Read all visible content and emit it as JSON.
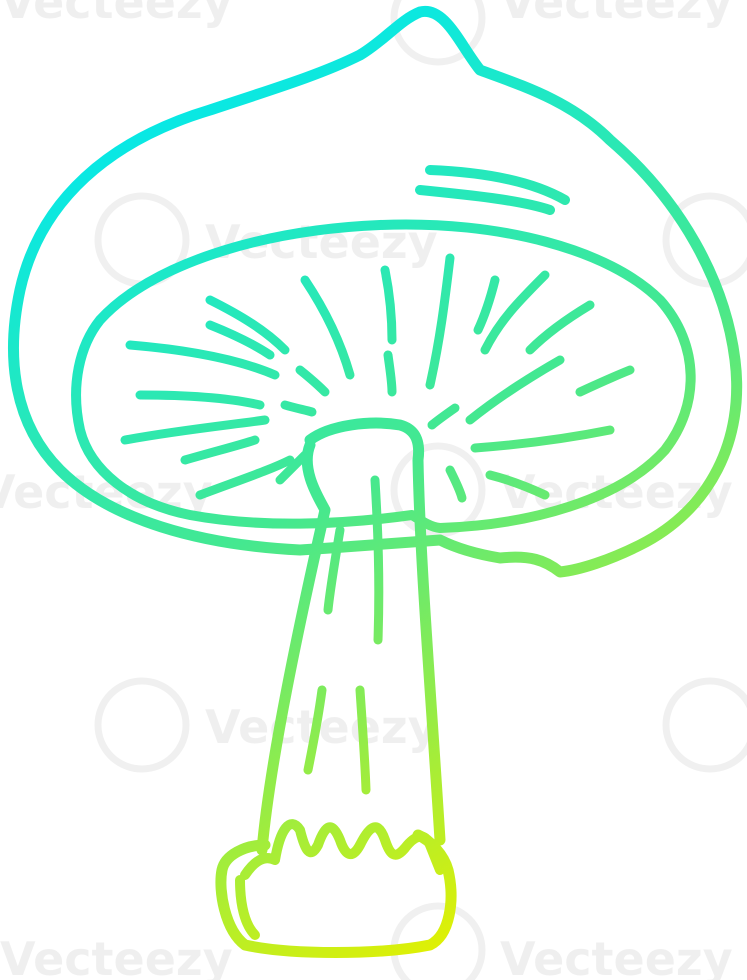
{
  "illustration": {
    "subject": "cartoon mushroom line drawing",
    "style": "cold gradient line art",
    "gradient": {
      "start_color": "#00e8f0",
      "mid_color": "#44e890",
      "end_color": "#e4f000"
    },
    "background_color": "#ffffff"
  },
  "watermark": {
    "text": "Vecteezy",
    "logo": "vecteezy-v-logo"
  }
}
